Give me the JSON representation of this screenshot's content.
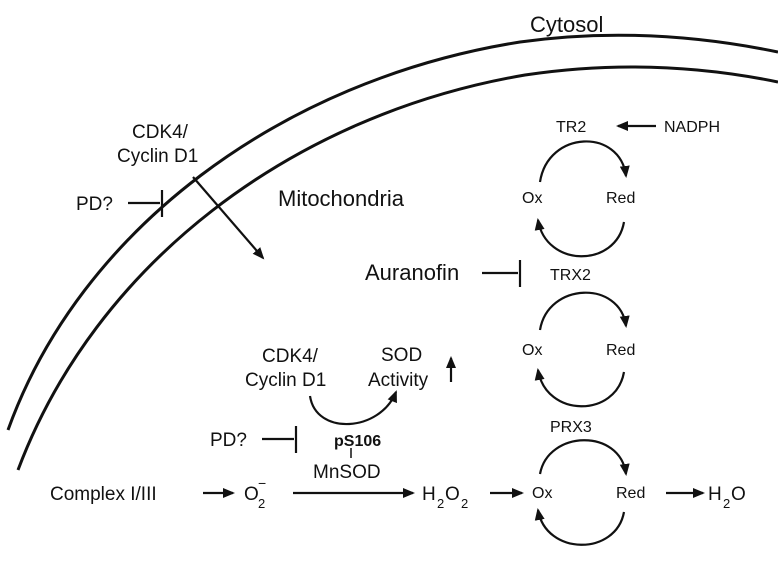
{
  "regions": {
    "cytosol": "Cytosol",
    "mitochondria": "Mitochondria"
  },
  "outer": {
    "cdk4": "CDK4/",
    "cyclin": "Cyclin D1",
    "pd": "PD?"
  },
  "inhibitor": {
    "auranofin": "Auranofin"
  },
  "cycle_tr2": {
    "enzyme": "TR2",
    "cofactor": "NADPH",
    "ox": "Ox",
    "red": "Red"
  },
  "cycle_trx2": {
    "enzyme": "TRX2",
    "ox": "Ox",
    "red": "Red"
  },
  "cycle_prx3": {
    "enzyme": "PRX3",
    "ox": "Ox",
    "red": "Red"
  },
  "inner": {
    "cdk4": "CDK4/",
    "cyclin": "Cyclin D1",
    "sod": "SOD",
    "activity": "Activity",
    "pd": "PD?",
    "ps106": "pS106",
    "mnsod": "MnSOD"
  },
  "chain": {
    "complex": "Complex I/III",
    "o2": "O",
    "o2_sub": "2",
    "o2_sup": "−",
    "h2o2_h": "H",
    "h2o2_sub1": "2",
    "h2o2_o": "O",
    "h2o2_sub2": "2",
    "h2o_h": "H",
    "h2o_sub": "2",
    "h2o_o": "O"
  },
  "colors": {
    "ink": "#111111",
    "background": "#ffffff"
  }
}
